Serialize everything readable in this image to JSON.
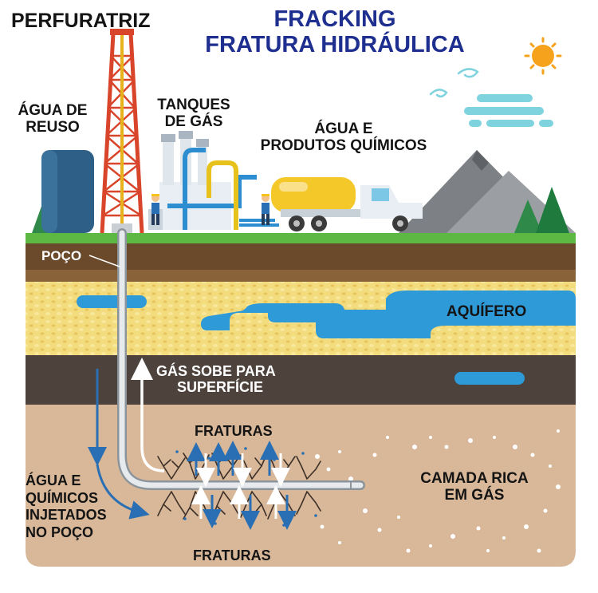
{
  "title": {
    "line1": "FRACKING",
    "line2": "FRATURA HIDRÁULICA"
  },
  "labels": {
    "drill_rig": "PERFURATRIZ",
    "reuse_water": [
      "ÁGUA DE",
      "REUSO"
    ],
    "gas_tanks": [
      "TANQUES",
      "DE GÁS"
    ],
    "water_chemicals": [
      "ÁGUA E",
      "PRODUTOS QUÍMICOS"
    ],
    "well": "POÇO",
    "aquifer": "AQUÍFERO",
    "gas_rises": [
      "GÁS SOBE PARA",
      "SUPERFÍCIE"
    ],
    "fractures_top": "FRATURAS",
    "fractures_bottom": "FRATURAS",
    "injected": [
      "ÁGUA E",
      "QUÍMICOS",
      "INJETADOS",
      "NO POÇO"
    ],
    "gas_layer": [
      "CAMADA RICA",
      "EM GÁS"
    ]
  },
  "colors": {
    "grass": "#5db843",
    "topsoil": "#6b4a2b",
    "sand": "#f3dc7e",
    "aquifer": "#2e9ad8",
    "shale": "#4d433c",
    "gas_layer": "#d8b899",
    "title": "#1e2f8f",
    "arrow_blue": "#2a6fb3"
  }
}
